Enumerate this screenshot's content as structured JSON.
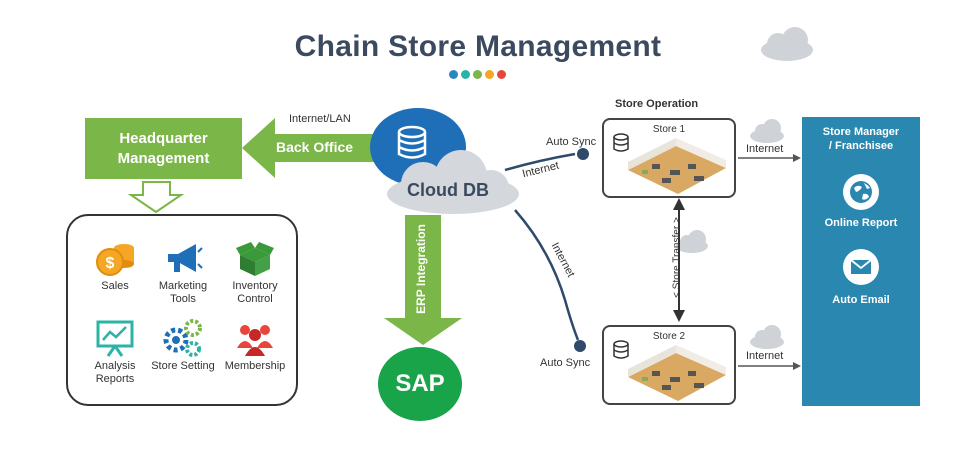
{
  "title": "Chain Store Management",
  "colors": {
    "green": "#7ab648",
    "blue": "#1e6fb8",
    "sap_green": "#1aa44a",
    "teal": "#2a88b0",
    "dark_navy": "#3b4a5e"
  },
  "title_dots": [
    "#2e86c1",
    "#2ab3a6",
    "#7ab648",
    "#f5a623",
    "#e8453c"
  ],
  "headquarter": {
    "line1": "Headquarter",
    "line2": "Management"
  },
  "back_office": {
    "label": "Back Office",
    "link": "Internet/LAN"
  },
  "features": [
    {
      "icon": "coins-icon",
      "label": "Sales"
    },
    {
      "icon": "megaphone-icon",
      "label": "Marketing Tools"
    },
    {
      "icon": "boxes-icon",
      "label": "Inventory Control"
    },
    {
      "icon": "chart-board-icon",
      "label": "Analysis Reports"
    },
    {
      "icon": "gears-icon",
      "label": "Store Setting"
    },
    {
      "icon": "people-icon",
      "label": "Membership"
    }
  ],
  "cloud_db": {
    "label": "Cloud DB"
  },
  "erp": {
    "label": "ERP Integration"
  },
  "sap": {
    "label": "SAP"
  },
  "store_operation": {
    "title": "Store Operation",
    "store1": "Store 1",
    "store2": "Store 2",
    "transfer": "< Store Transfer >",
    "auto_sync_1": "Auto Sync",
    "auto_sync_2": "Auto Sync",
    "internet_1": "Internet",
    "internet_2": "Internet"
  },
  "to_manager": {
    "internet_1": "Internet",
    "internet_2": "Internet"
  },
  "manager": {
    "title_line1": "Store Manager",
    "title_line2": "/ Franchisee",
    "online_report": "Online Report",
    "auto_email": "Auto Email"
  }
}
